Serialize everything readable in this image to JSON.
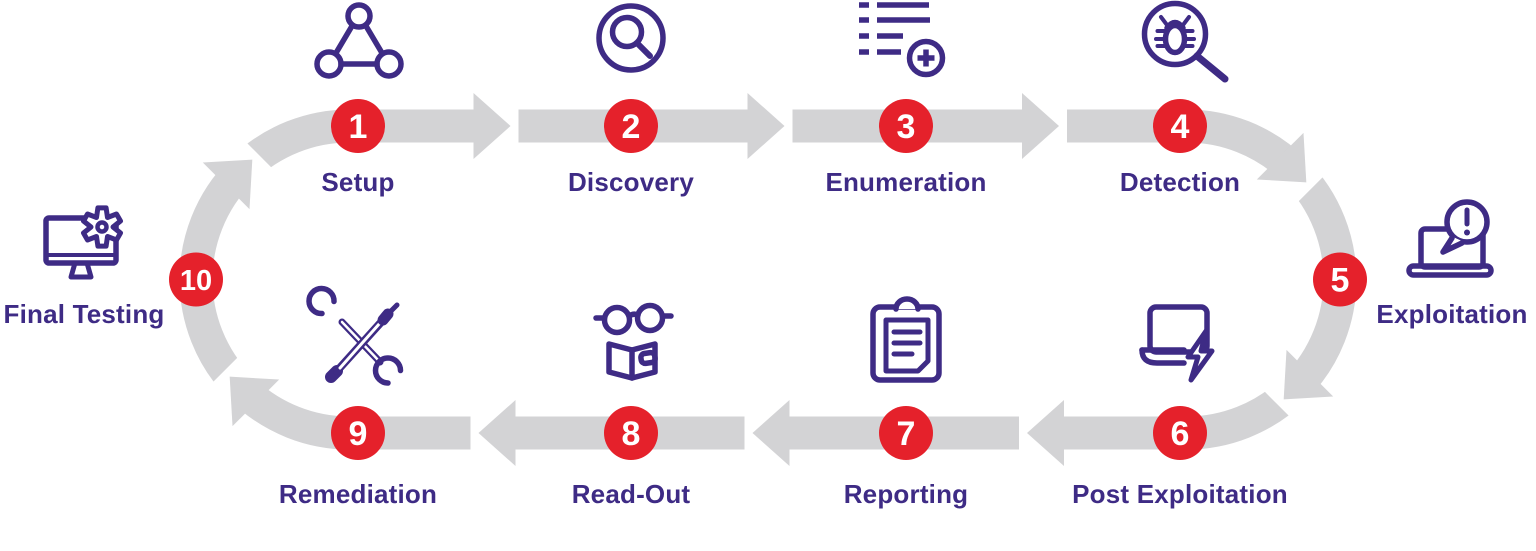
{
  "diagram": {
    "name": "penetration-testing-cycle",
    "background": "#ffffff",
    "colors": {
      "track": "#d3d3d5",
      "arrow_block": "#ffffff",
      "step_circle": "#e5212b",
      "step_number": "#ffffff",
      "label": "#3e2b85",
      "icon": "#3e2b85"
    },
    "steps": [
      {
        "number": "1",
        "label": "Setup",
        "icon": "network-triangle-icon"
      },
      {
        "number": "2",
        "label": "Discovery",
        "icon": "magnifier-circle-icon"
      },
      {
        "number": "3",
        "label": "Enumeration",
        "icon": "list-add-icon"
      },
      {
        "number": "4",
        "label": "Detection",
        "icon": "bug-magnifier-icon"
      },
      {
        "number": "5",
        "label": "Exploitation",
        "icon": "laptop-alert-icon"
      },
      {
        "number": "6",
        "label": "Post Exploitation",
        "icon": "laptop-lightning-icon"
      },
      {
        "number": "7",
        "label": "Reporting",
        "icon": "clipboard-icon"
      },
      {
        "number": "8",
        "label": "Read-Out",
        "icon": "book-glasses-icon"
      },
      {
        "number": "9",
        "label": "Remediation",
        "icon": "tools-icon"
      },
      {
        "number": "10",
        "label": "Final Testing",
        "icon": "monitor-gear-icon"
      }
    ]
  }
}
